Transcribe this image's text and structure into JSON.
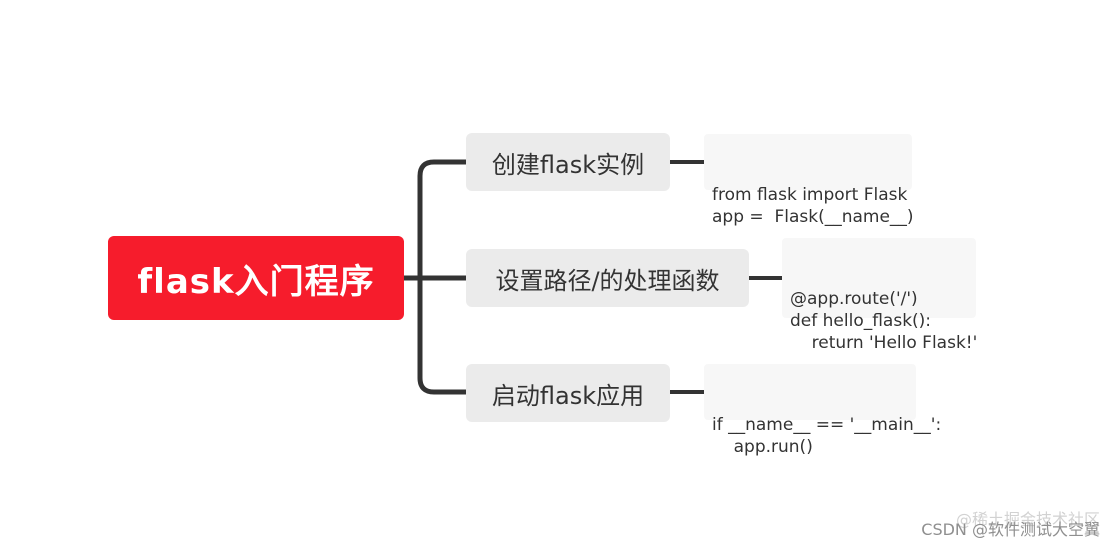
{
  "root": {
    "label": "flask入门程序"
  },
  "branches": [
    {
      "label": "创建flask实例",
      "code": [
        "from flask import Flask",
        "app =  Flask(__name__)"
      ]
    },
    {
      "label": "设置路径/的处理函数",
      "code": [
        "@app.route('/')",
        "def hello_flask():",
        "    return 'Hello Flask!'"
      ]
    },
    {
      "label": "启动flask应用",
      "code": [
        "if __name__ == '__main__':",
        "    app.run()"
      ]
    }
  ],
  "watermark": {
    "top": "@稀土掘金技术社区",
    "bottom": "CSDN @软件测试大空翼"
  },
  "colors": {
    "root_fill": "#f61c2c",
    "branch_fill": "#ebebeb",
    "code_fill": "#f7f7f7",
    "connector": "#333333"
  }
}
